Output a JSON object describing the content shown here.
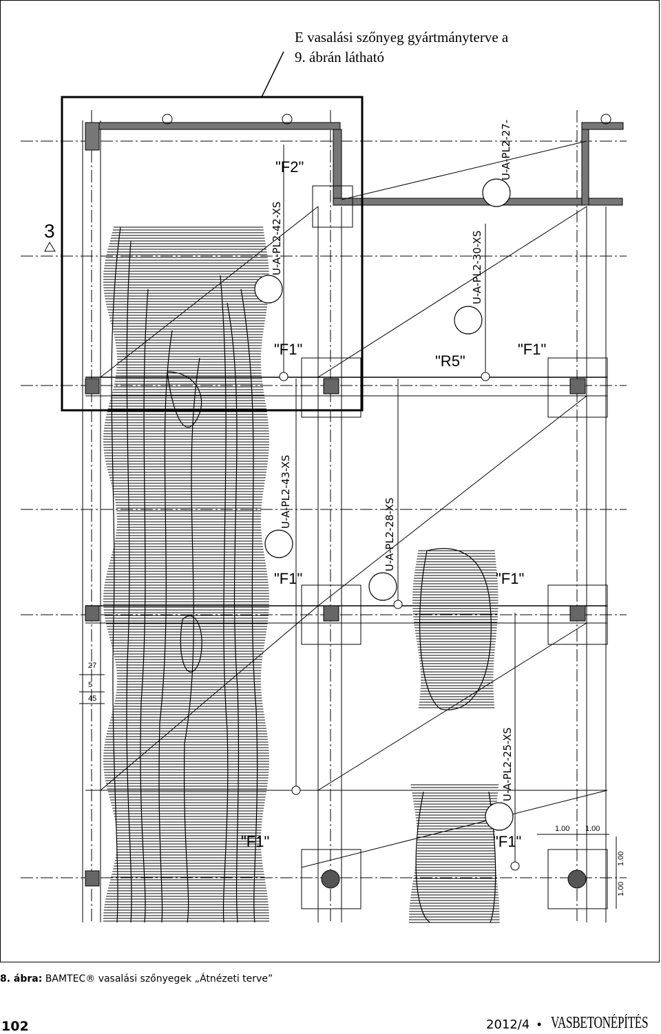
{
  "callout": {
    "line1": "E vasalási szőnyeg  gyártmányterve a",
    "line2": "9. ábrán látható"
  },
  "drawing": {
    "axis_label": "3",
    "mat_labels": [
      "U-A-PL2-42-XS",
      "U-A-PL2-30-XS",
      "U-A-PL2-27-",
      "U-A-PL2-43-XS",
      "U-A-PL2-28-XS",
      "U-A-PL2-25-XS"
    ],
    "zone_labels": [
      "\"F2\"",
      "\"F1\"",
      "\"F1\"",
      "\"R5\"",
      "\"F1\"",
      "\"F1\"",
      "\"F1\"",
      "\"F1\""
    ],
    "dimensions": [
      "1.00",
      "1.00",
      "1.00",
      "1.00",
      "27",
      "5",
      "45"
    ]
  },
  "caption": {
    "number": "8. ábra:",
    "text": "BAMTEC® vasalási szőnyegek „Átnézeti terve”"
  },
  "footer": {
    "page": "102",
    "issue": "2012/4",
    "bullet": "•",
    "journal": "VASBETONÉPÍTÉS"
  }
}
